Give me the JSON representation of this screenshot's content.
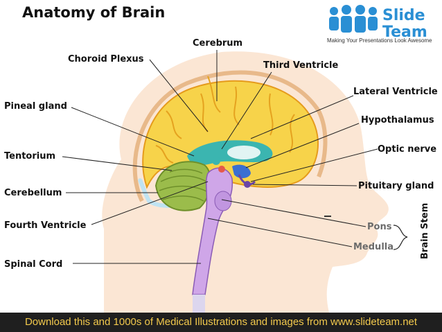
{
  "title": "Anatomy of Brain",
  "logo": {
    "line1": "Slide",
    "line2": "Team",
    "tagline": "Making Your Presentations Look Awesome",
    "icon": "people-group-icon"
  },
  "labels": {
    "cerebrum": "Cerebrum",
    "choroid_plexus": "Choroid Plexus",
    "third_ventricle": "Third Ventricle",
    "lateral_ventricle": "Lateral Ventricle",
    "pineal_gland": "Pineal gland",
    "hypothalamus": "Hypothalamus",
    "optic_nerve": "Optic nerve",
    "tentorium": "Tentorium",
    "pituitary_gland": "Pituitary gland",
    "cerebellum": "Cerebellum",
    "pons": "Pons",
    "fourth_ventricle": "Fourth  Ventricle",
    "medulla": "Medulla",
    "brain_stem": "Brain Stem",
    "spinal_cord": "Spinal Cord"
  },
  "footer": "Download this and 1000s of Medical Illustrations and images from www.slideteam.net",
  "colors": {
    "skin": "#fbe6d4",
    "cerebrum": "#f7d34a",
    "cerebellum": "#9bbc4b",
    "brainstem": "#cfa6e8",
    "ventricle": "#3bb5b0",
    "csf": "#bfe3f2",
    "footer_bg": "#1f1f1f",
    "footer_text": "#f2c94c",
    "brand": "#2a8fd4"
  }
}
